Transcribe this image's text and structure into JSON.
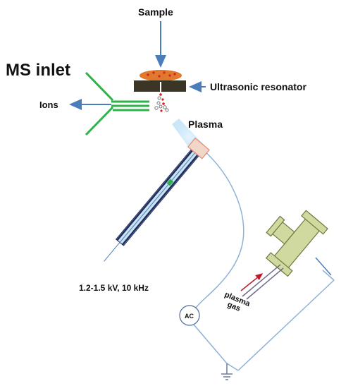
{
  "labels": {
    "sample": "Sample",
    "ms_inlet": "MS inlet",
    "ions": "Ions",
    "resonator": "Ultrasonic resonator",
    "plasma": "Plasma",
    "voltage": "1.2-1.5 kV, 10 kHz",
    "ac": "AC",
    "plasma_gas_line1": "plasma",
    "plasma_gas_line2": "gas"
  },
  "colors": {
    "arrow": "#4a7ebb",
    "ms_inlet": "#2db34a",
    "resonator": "#3b3526",
    "sample": "#e0782e",
    "droplet": "#d62020",
    "tube": "#1f2a5a",
    "tee": "#cfd9a0",
    "wire": "#8fb0d8",
    "glow": "#bfe3f7",
    "gas_line": "#c01a2a"
  }
}
